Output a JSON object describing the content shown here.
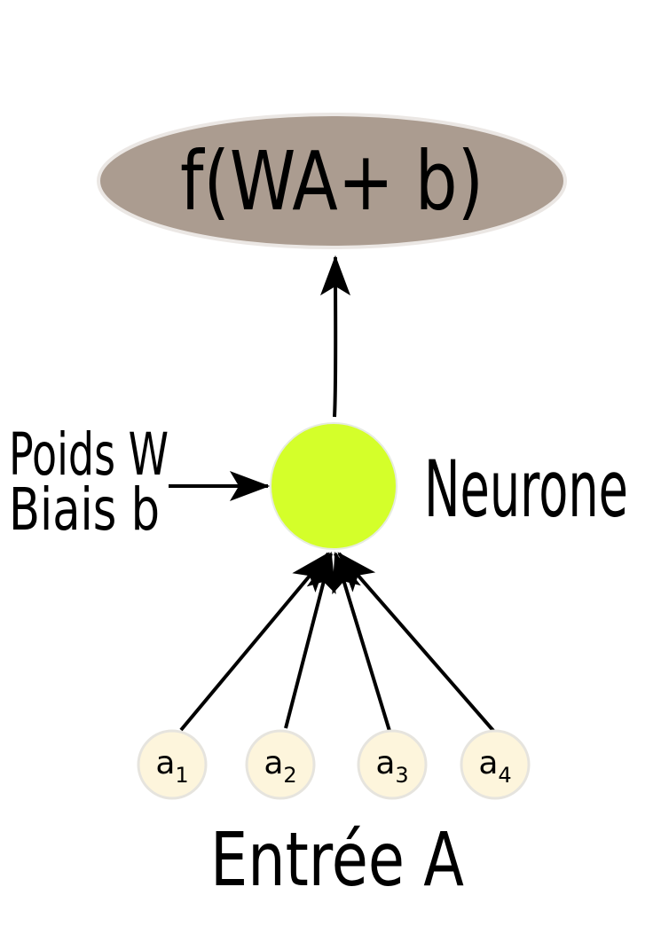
{
  "output": {
    "formula": "f(WA+ b)",
    "fill": "#ab9c90"
  },
  "neuron": {
    "label": "Neurone",
    "fill": "#d4ff2a"
  },
  "params": {
    "line1": "Poids W",
    "line2": "Biais b"
  },
  "inputs": {
    "title": "Entrée A",
    "fill": "#fdf5dc",
    "items": [
      {
        "base": "a",
        "sub": "1"
      },
      {
        "base": "a",
        "sub": "2"
      },
      {
        "base": "a",
        "sub": "3"
      },
      {
        "base": "a",
        "sub": "4"
      }
    ]
  }
}
